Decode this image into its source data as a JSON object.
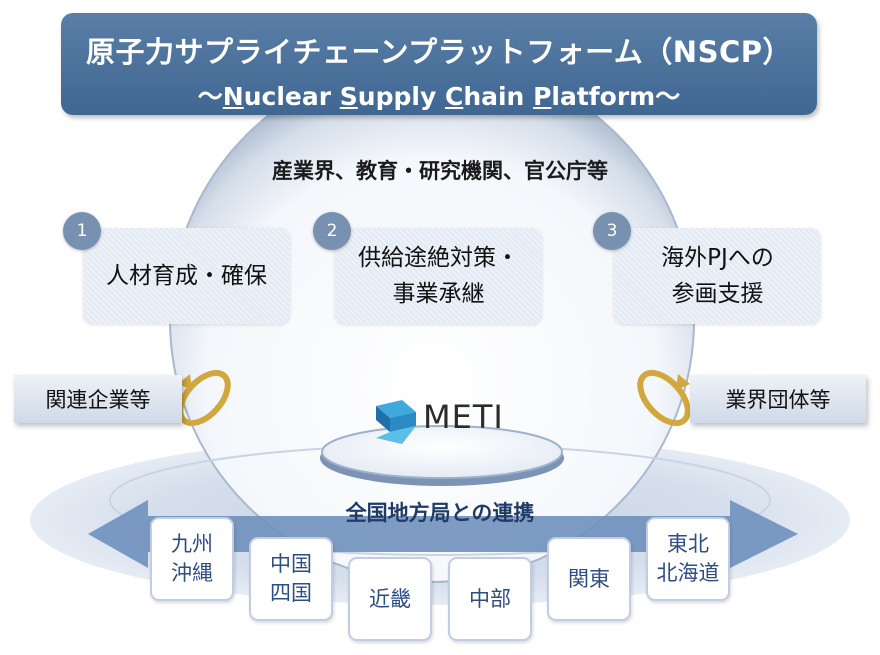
{
  "header": {
    "title": "原子力サプライチェーンプラットフォーム（NSCP）",
    "subtitle_parts": [
      {
        "text": "〜",
        "initial": false
      },
      {
        "text": "N",
        "initial": true
      },
      {
        "text": "uclear ",
        "initial": false
      },
      {
        "text": "S",
        "initial": true
      },
      {
        "text": "upply ",
        "initial": false
      },
      {
        "text": "C",
        "initial": true
      },
      {
        "text": "hain ",
        "initial": false
      },
      {
        "text": "P",
        "initial": true
      },
      {
        "text": "latform〜",
        "initial": false
      }
    ]
  },
  "stakeholders": "産業界、教育・研究機関、官公庁等",
  "pillars": [
    {
      "number": "1",
      "label": "人材育成・確保"
    },
    {
      "number": "2",
      "label": "供給途絶対策・\n事業承継"
    },
    {
      "number": "3",
      "label": "海外PJへの\n参画支援"
    }
  ],
  "side_boxes": {
    "left": "関連企業等",
    "right": "業界団体等"
  },
  "meti": {
    "text": "METI"
  },
  "partnership": "全国地方局との連携",
  "regions": [
    {
      "label": "九州\n沖縄"
    },
    {
      "label": "中国\n四国"
    },
    {
      "label": "近畿"
    },
    {
      "label": "中部"
    },
    {
      "label": "関東"
    },
    {
      "label": "東北\n北海道"
    }
  ],
  "colors": {
    "header": "#4a6f98",
    "number_badge": "#7891b1",
    "arrow": "#6f90bd",
    "region_text": "#2e4c86",
    "ring_gold": "#d2a73e"
  }
}
